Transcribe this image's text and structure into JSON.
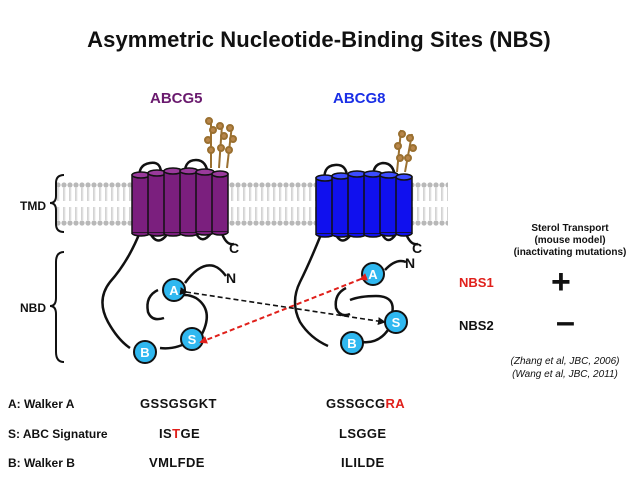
{
  "title": "Asymmetric Nucleotide-Binding Sites (NBS)",
  "proteins": [
    {
      "name": "ABCG5",
      "color": "#6a1a6e",
      "tm_color": "#7b1f7e"
    },
    {
      "name": "ABCG8",
      "color": "#1a2fe6",
      "tm_color": "#1010ee"
    }
  ],
  "region_labels": {
    "tmd": "TMD",
    "nbd": "NBD"
  },
  "terminal_labels": {
    "c": "C",
    "n": "N"
  },
  "motif_circles": {
    "a": "A",
    "s": "S",
    "b": "B",
    "color": "#2fb8f0"
  },
  "arrows": {
    "nbs1_color": "#e0201b",
    "nbs2_color": "#111111"
  },
  "sterol_header": [
    "Sterol Transport",
    "(mouse model)",
    "(inactivating mutations)"
  ],
  "nbs_rows": [
    {
      "label": "NBS1",
      "label_color": "#e0201b",
      "sign": "+"
    },
    {
      "label": "NBS2",
      "label_color": "#111111",
      "sign": "–"
    }
  ],
  "citations": [
    "(Zhang et al, JBC, 2006)",
    "(Wang et al, JBC, 2011)"
  ],
  "motif_table": [
    {
      "label": "A: Walker A",
      "abcg5": [
        {
          "t": "GSSGSGKT"
        }
      ],
      "abcg8": [
        {
          "t": "GSSGCG"
        },
        {
          "t": "RA",
          "red": true
        }
      ]
    },
    {
      "label": "S: ABC Signature",
      "abcg5": [
        {
          "t": "IS"
        },
        {
          "t": "T",
          "red": true
        },
        {
          "t": "GE"
        }
      ],
      "abcg8": [
        {
          "t": "LSGGE"
        }
      ]
    },
    {
      "label": "B: Walker B",
      "abcg5": [
        {
          "t": "VMLFDE"
        }
      ],
      "abcg8": [
        {
          "t": "ILILDE"
        }
      ]
    }
  ]
}
